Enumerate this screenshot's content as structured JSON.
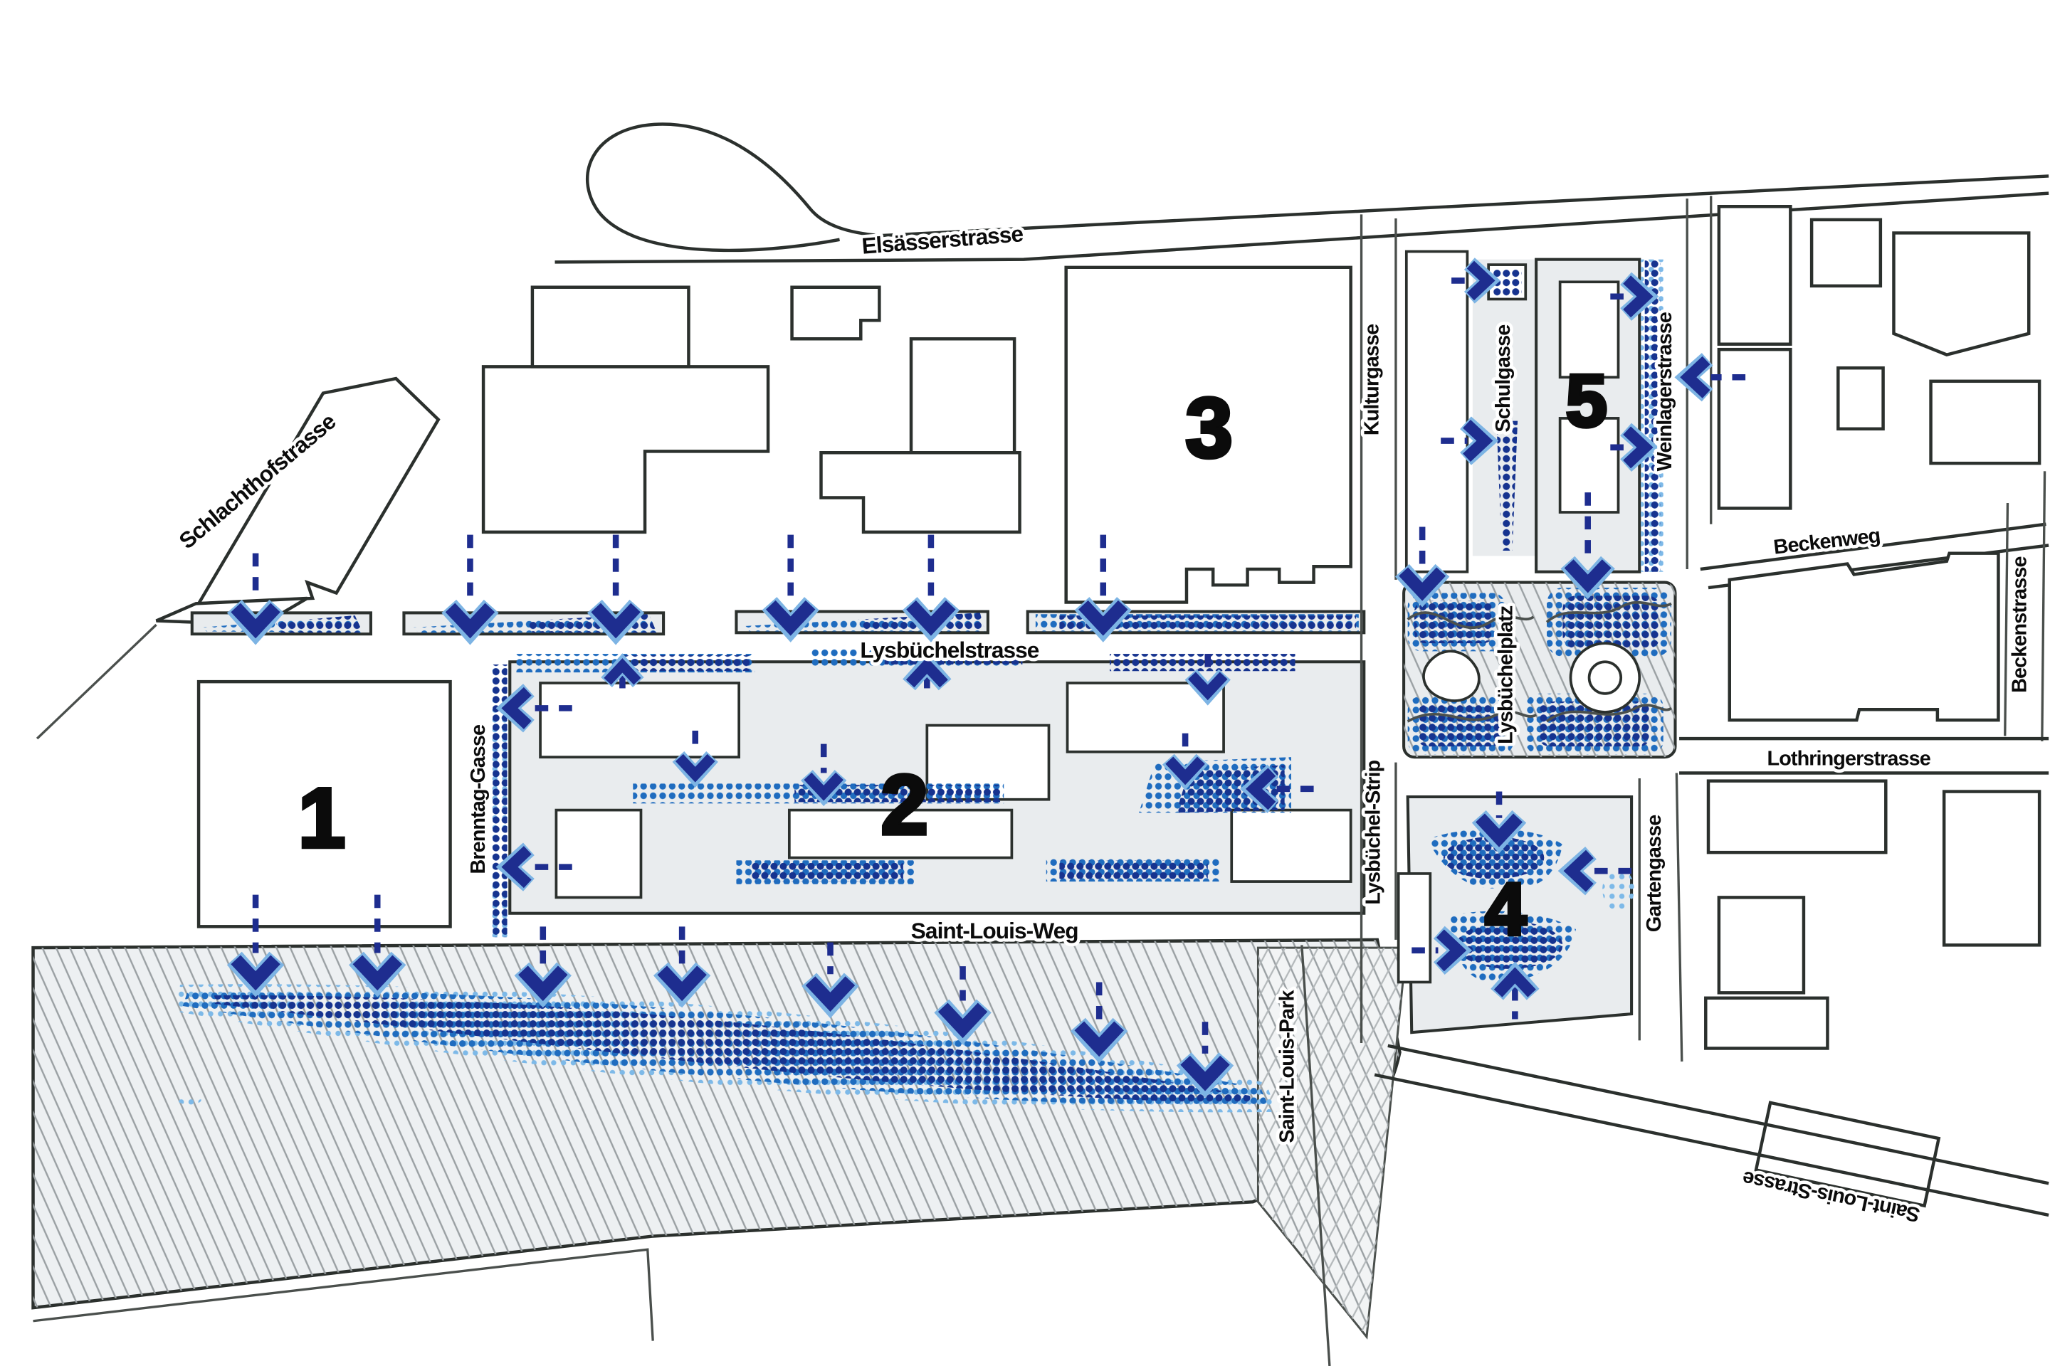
{
  "map": {
    "streets": [
      {
        "id": "elsaesserstrasse",
        "label": "Elsässerstrasse"
      },
      {
        "id": "schlachthofstrasse",
        "label": "Schlachthofstrasse"
      },
      {
        "id": "lysbuechelstrasse",
        "label": "Lysbüchelstrasse"
      },
      {
        "id": "brenntag-gasse",
        "label": "Brenntag-Gasse"
      },
      {
        "id": "saint-louis-weg",
        "label": "Saint-Louis-Weg"
      },
      {
        "id": "kulturgasse",
        "label": "Kulturgasse"
      },
      {
        "id": "schulgasse",
        "label": "Schulgasse"
      },
      {
        "id": "weinlagerstrasse",
        "label": "Weinlagerstrasse"
      },
      {
        "id": "beckenweg",
        "label": "Beckenweg"
      },
      {
        "id": "beckenstrasse",
        "label": "Beckenstrasse"
      },
      {
        "id": "lysbuechelplatz",
        "label": "Lysbüchelplatz"
      },
      {
        "id": "lothringerstrasse",
        "label": "Lothringerstrasse"
      },
      {
        "id": "lysbuechel-strip",
        "label": "Lysbüchel-Strip"
      },
      {
        "id": "gartengasse",
        "label": "Gartengasse"
      },
      {
        "id": "saint-louis-park",
        "label": "Saint-Louis-Park"
      },
      {
        "id": "saint-louis-strasse",
        "label": "Saint-Louis-Strasse"
      }
    ],
    "areas": [
      {
        "number": "1"
      },
      {
        "number": "2"
      },
      {
        "number": "3"
      },
      {
        "number": "4"
      },
      {
        "number": "5"
      }
    ],
    "colors": {
      "background": "#ffffff",
      "outline": "#2b302d",
      "block_fill": "#e9ecee",
      "hatch_line": "#9aa0a3",
      "arrow_navy": "#1e2d8f",
      "arrow_glow": "#7db4e4",
      "dot_dark": "#16338f",
      "dot_mid": "#1f6cbf",
      "dot_light": "#7db9e8"
    }
  }
}
